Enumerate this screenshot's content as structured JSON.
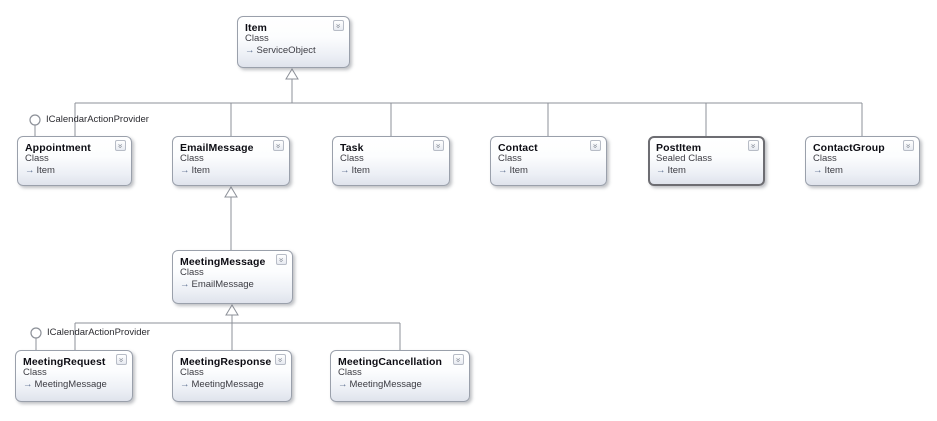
{
  "diagram": {
    "classes": [
      {
        "name": "Item",
        "kind": "Class",
        "base": "ServiceObject"
      },
      {
        "name": "Appointment",
        "kind": "Class",
        "base": "Item"
      },
      {
        "name": "EmailMessage",
        "kind": "Class",
        "base": "Item"
      },
      {
        "name": "Task",
        "kind": "Class",
        "base": "Item"
      },
      {
        "name": "Contact",
        "kind": "Class",
        "base": "Item"
      },
      {
        "name": "PostItem",
        "kind": "Sealed Class",
        "base": "Item"
      },
      {
        "name": "ContactGroup",
        "kind": "Class",
        "base": "Item"
      },
      {
        "name": "MeetingMessage",
        "kind": "Class",
        "base": "EmailMessage"
      },
      {
        "name": "MeetingRequest",
        "kind": "Class",
        "base": "MeetingMessage"
      },
      {
        "name": "MeetingResponse",
        "kind": "Class",
        "base": "MeetingMessage"
      },
      {
        "name": "MeetingCancellation",
        "kind": "Class",
        "base": "MeetingMessage"
      }
    ],
    "interfaces": [
      {
        "label": "ICalendarActionProvider",
        "attached_to": "Appointment"
      },
      {
        "label": "ICalendarActionProvider",
        "attached_to": "MeetingRequest"
      }
    ],
    "colors": {
      "box_border": "#9aa0ab",
      "sealed_border": "#6d6d72",
      "box_gradient_bottom": "#dfe3ec",
      "connector": "#8c9098",
      "title_text": "#0d0d14",
      "body_text": "#3c3c43",
      "inherits_arrow": "#55688a",
      "background": "#ffffff"
    }
  },
  "icons": {
    "collapse_chevron": "chevron-double-down-icon",
    "collapse_chevron_glyph": "»",
    "inherits_arrow": "inherits-arrow-icon",
    "inherits_arrow_glyph": "→",
    "interface_lollipop": "interface-lollipop-icon"
  }
}
